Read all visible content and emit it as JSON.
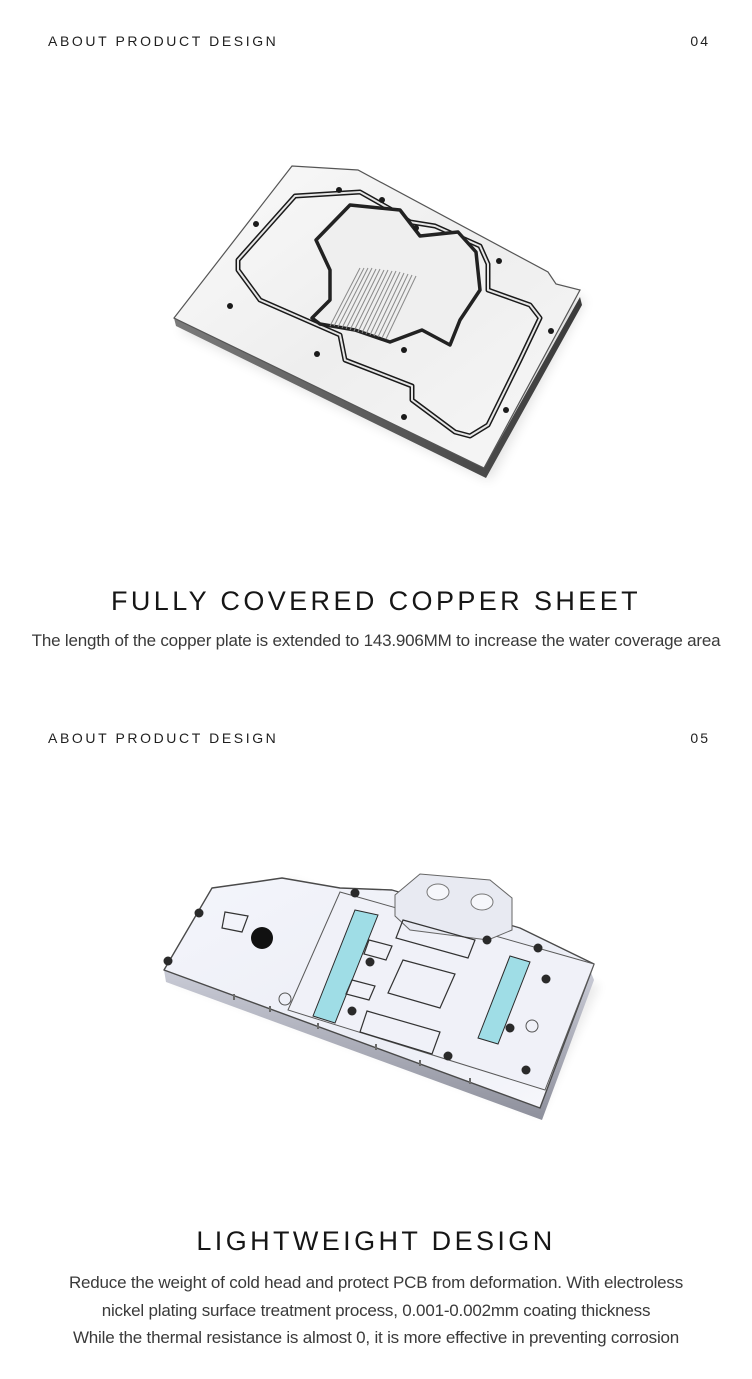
{
  "section1": {
    "header": "ABOUT PRODUCT DESIGN",
    "number": "04",
    "title": "FULLY COVERED COPPER SHEET",
    "description": "The length of the copper plate is extended to 143.906MM to increase the water coverage area"
  },
  "section2": {
    "header": "ABOUT PRODUCT DESIGN",
    "number": "05",
    "title": "LIGHTWEIGHT DESIGN",
    "description_lines": [
      "Reduce the weight of cold head and protect PCB from deformation. With electroless",
      "nickel plating surface treatment process, 0.001-0.002mm coating thickness",
      "While the thermal resistance is almost 0, it is more effective in preventing corrosion"
    ]
  },
  "colors": {
    "background": "#ffffff",
    "text": "#1a1a1a",
    "thermal_pad": "#9fdde6"
  }
}
